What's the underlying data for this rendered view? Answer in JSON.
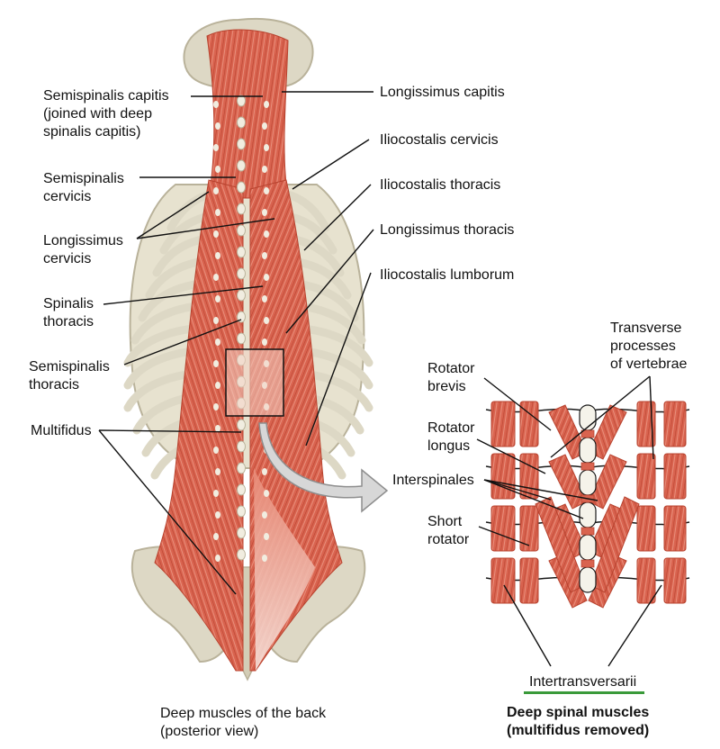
{
  "colors": {
    "muscle": "#d9634f",
    "muscle_dark": "#b8432f",
    "muscle_light": "#ec9a86",
    "bone": "#ddd8c5",
    "bone_dark": "#b9b29a",
    "tendon": "#f5e3dc",
    "leader": "#111111",
    "highlight_green": "#3a9a3a",
    "arrow_fill": "#d7d7d7",
    "arrow_stroke": "#8e8e8e"
  },
  "labels_left": {
    "semispinalis_capitis": "Semispinalis capitis\n(joined with deep\nspinalis capitis)",
    "semispinalis_cervicis": "Semispinalis\ncervicis",
    "longissimus_cervicis": "Longissimus\ncervicis",
    "spinalis_thoracis": "Spinalis\nthoracis",
    "semispinalis_thoracis": "Semispinalis\nthoracis",
    "multifidus": "Multifidus"
  },
  "labels_right": {
    "longissimus_capitis": "Longissimus capitis",
    "iliocostalis_cervicis": "Iliocostalis cervicis",
    "iliocostalis_thoracis": "Iliocostalis thoracis",
    "longissimus_thoracis": "Longissimus thoracis",
    "iliocostalis_lumborum": "Iliocostalis lumborum"
  },
  "labels_inset": {
    "transverse_processes": "Transverse\nprocesses\nof vertebrae",
    "rotator_brevis": "Rotator\nbrevis",
    "rotator_longus": "Rotator\nlongus",
    "interspinales": "Interspinales",
    "short_rotator": "Short\nrotator",
    "intertransversarii": "Intertransversarii"
  },
  "captions": {
    "main": "Deep muscles of the back\n(posterior view)",
    "inset": "Deep spinal muscles\n(multifidus removed)"
  }
}
